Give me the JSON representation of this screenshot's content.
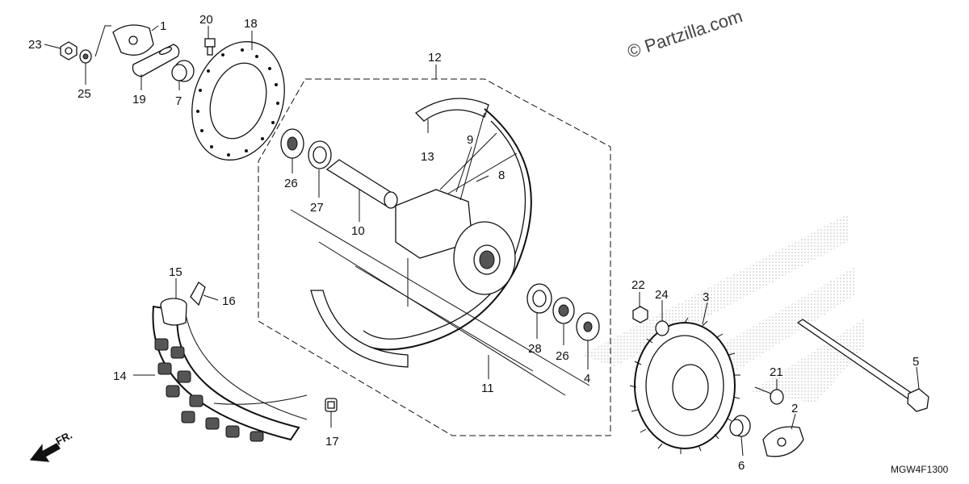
{
  "watermark": "© Partzilla.com",
  "diagram_code": "MGW4F1300",
  "direction_label": "FR.",
  "callouts": [
    "1",
    "2",
    "3",
    "4",
    "5",
    "6",
    "7",
    "8",
    "9",
    "10",
    "11",
    "12",
    "13",
    "14",
    "15",
    "16",
    "17",
    "18",
    "19",
    "20",
    "21",
    "22",
    "23",
    "24",
    "25",
    "26",
    "27",
    "28"
  ],
  "colors": {
    "ink": "#111111",
    "paper": "#ffffff",
    "watermark_dots": "#bdbdbd"
  }
}
